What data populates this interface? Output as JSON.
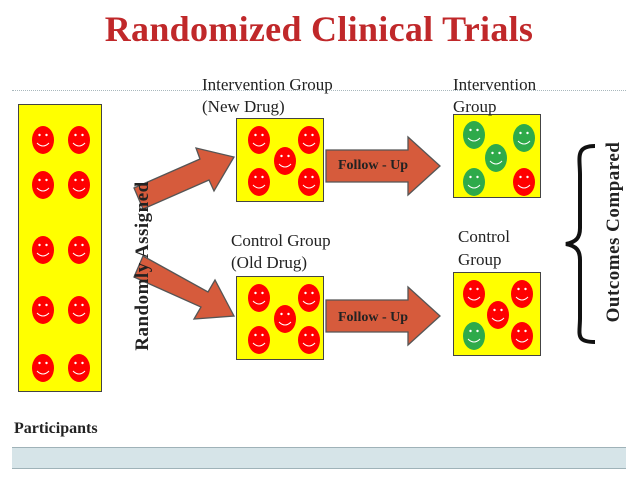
{
  "title": "Randomized Clinical Trials",
  "labels": {
    "participants": "Participants",
    "randomly_assigned": "Randomly Assigned",
    "intervention_group_line1": "Intervention Group",
    "intervention_group_line2": "(New Drug)",
    "control_group_line1": "Control Group",
    "control_group_line2": "(Old Drug)",
    "follow_up_top": "Follow - Up",
    "follow_up_bottom": "Follow - Up",
    "intervention_outcome_line1": "Intervention",
    "intervention_outcome_line2": "Group",
    "control_outcome_line1": "Control",
    "control_outcome_line2": "Group",
    "outcomes_compared": "Outcomes Compared"
  },
  "colors": {
    "title": "#c0282a",
    "box_fill": "#ffff00",
    "arrow_fill": "#d65b3c",
    "face_red": "#ff0000",
    "face_green": "#2eaa4a"
  }
}
